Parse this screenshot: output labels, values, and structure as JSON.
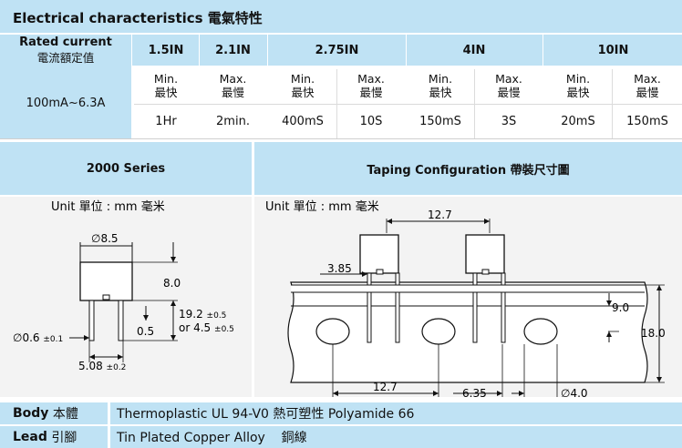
{
  "electrical": {
    "title": "Electrical characteristics 電氣特性",
    "rated_label_en": "Rated current",
    "rated_label_zh": "電流額定值",
    "rated_value": "100mA~6.3A",
    "columns": [
      {
        "header": "1.5IN",
        "sub": [
          {
            "label": "Min.",
            "zh": "最快",
            "value": "1Hr"
          }
        ]
      },
      {
        "header": "2.1IN",
        "sub": [
          {
            "label": "Max.",
            "zh": "最慢",
            "value": "2min."
          }
        ]
      },
      {
        "header": "2.75IN",
        "sub": [
          {
            "label": "Min.",
            "zh": "最快",
            "value": "400mS"
          },
          {
            "label": "Max.",
            "zh": "最慢",
            "value": "10S"
          }
        ]
      },
      {
        "header": "4IN",
        "sub": [
          {
            "label": "Min.",
            "zh": "最快",
            "value": "150mS"
          },
          {
            "label": "Max.",
            "zh": "最慢",
            "value": "3S"
          }
        ]
      },
      {
        "header": "10IN",
        "sub": [
          {
            "label": "Min.",
            "zh": "最快",
            "value": "20mS"
          },
          {
            "label": "Max.",
            "zh": "最慢",
            "value": "150mS"
          }
        ]
      }
    ]
  },
  "series": {
    "title": "2000 Series",
    "unit": "Unit 單位 : mm 毫米",
    "dims": {
      "diameter": "∅8.5",
      "height": "8.0",
      "lead_length_a": "19.2",
      "lead_length_a_tol": "±0.5",
      "lead_length_b_prefix": "or",
      "lead_length_b": "4.5",
      "lead_length_b_tol": "±0.5",
      "standoff": "0.5",
      "lead_dia": "∅0.6",
      "lead_dia_tol": "±0.1",
      "pitch": "5.08",
      "pitch_tol": "±0.2"
    }
  },
  "taping": {
    "title": "Taping Configuration 帶裝尺寸圖",
    "unit": "Unit 單位 : mm 毫米",
    "dims": {
      "pitch_top": "12.7",
      "offset": "3.85",
      "height_small": "9.0",
      "width_total": "18.0",
      "pitch_bottom": "12.7",
      "hole_offset": "6.35",
      "hole_dia": "∅4.0"
    }
  },
  "materials": [
    {
      "label": "Body",
      "label_zh": "本體",
      "value": "Thermoplastic UL 94-V0 熱可塑性 Polyamide 66"
    },
    {
      "label": "Lead",
      "label_zh": "引腳",
      "value": "Tin Plated Copper Alloy    銅線"
    }
  ]
}
